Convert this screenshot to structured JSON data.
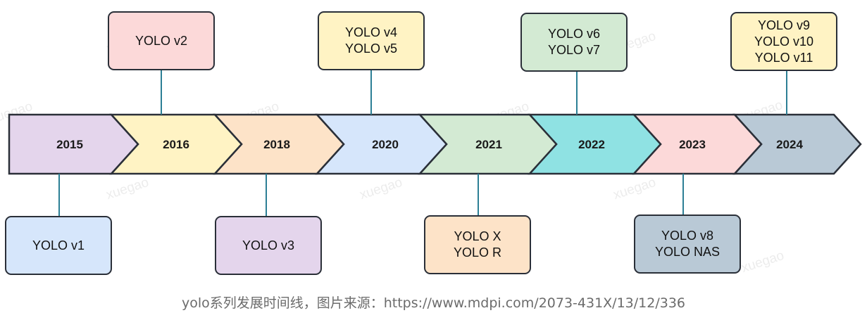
{
  "timeline": {
    "segments": [
      {
        "year": "2015",
        "color": "#e4d5ec"
      },
      {
        "year": "2016",
        "color": "#fff3c4"
      },
      {
        "year": "2018",
        "color": "#fde3c8"
      },
      {
        "year": "2020",
        "color": "#d6e6fb"
      },
      {
        "year": "2021",
        "color": "#d3ead3"
      },
      {
        "year": "2022",
        "color": "#8fe2e3"
      },
      {
        "year": "2023",
        "color": "#fcd9d9"
      },
      {
        "year": "2024",
        "color": "#b9c9d6"
      }
    ],
    "top_boxes": [
      {
        "year": "2016",
        "lines": [
          "YOLO v2"
        ],
        "color": "#fcd9d9"
      },
      {
        "year": "2020",
        "lines": [
          "YOLO v4",
          "YOLO v5"
        ],
        "color": "#fff3c4"
      },
      {
        "year": "2022",
        "lines": [
          "YOLO v6",
          "YOLO v7"
        ],
        "color": "#d3ead3"
      },
      {
        "year": "2024",
        "lines": [
          "YOLO v9",
          "YOLO v10",
          "YOLO v11"
        ],
        "color": "#fff3c4"
      }
    ],
    "bottom_boxes": [
      {
        "year": "2015",
        "lines": [
          "YOLO v1"
        ],
        "color": "#d6e6fb"
      },
      {
        "year": "2018",
        "lines": [
          "YOLO v3"
        ],
        "color": "#e4d5ec"
      },
      {
        "year": "2021",
        "lines": [
          "YOLO X",
          "YOLO R"
        ],
        "color": "#fde3c8"
      },
      {
        "year": "2023",
        "lines": [
          "YOLO v8",
          "YOLO NAS"
        ],
        "color": "#b9c9d6"
      }
    ],
    "connector_color": "#2c7f95",
    "border_color": "#2a2f38"
  },
  "watermark_text": "xuegao",
  "caption": "yolo系列发展时间线，图片来源：https://www.mdpi.com/2073-431X/13/12/336"
}
